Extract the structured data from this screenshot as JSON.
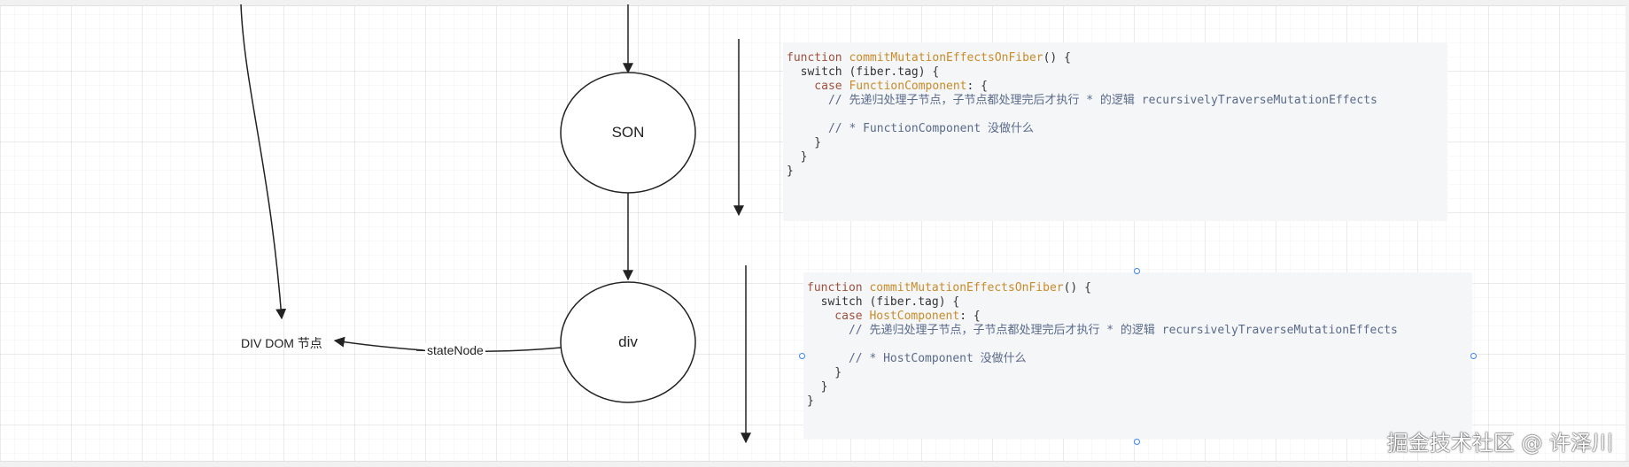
{
  "nodes": {
    "son": {
      "label": "SON"
    },
    "div": {
      "label": "div"
    }
  },
  "labels": {
    "dom_node": "DIV DOM 节点",
    "state_node_edge": "stateNode"
  },
  "code_blocks": [
    {
      "lines": [
        {
          "kw": "function ",
          "fn": "commitMutationEffectsOnFiber",
          "rest": "() {"
        },
        {
          "text": "  switch (fiber.tag) {"
        },
        {
          "kw": "    case ",
          "ty": "FunctionComponent",
          "rest": ": {"
        },
        {
          "cm": "      // 先递归处理子节点，子节点都处理完后才执行 * 的逻辑 recursivelyTraverseMutationEffects"
        },
        {
          "text": ""
        },
        {
          "cm": "      // * FunctionComponent 没做什么"
        },
        {
          "text": "    }"
        },
        {
          "text": "  }"
        },
        {
          "text": "}"
        }
      ]
    },
    {
      "lines": [
        {
          "kw": "function ",
          "fn": "commitMutationEffectsOnFiber",
          "rest": "() {"
        },
        {
          "text": "  switch (fiber.tag) {"
        },
        {
          "kw": "    case ",
          "ty": "HostComponent",
          "rest": ": {"
        },
        {
          "cm": "      // 先递归处理子节点，子节点都处理完后才执行 * 的逻辑 recursivelyTraverseMutationEffects"
        },
        {
          "text": ""
        },
        {
          "cm": "      // * HostComponent 没做什么"
        },
        {
          "text": "    }"
        },
        {
          "text": "  }"
        },
        {
          "text": "}"
        }
      ]
    }
  ],
  "watermark": "掘金技术社区 @ 许泽川",
  "colors": {
    "stroke": "#222222",
    "code_background": "#f5f6f8",
    "selection_handle": "#3b82f6",
    "keyword": "#a0503c",
    "identifier": "#c98b2a",
    "comment": "#5a6a8a"
  }
}
